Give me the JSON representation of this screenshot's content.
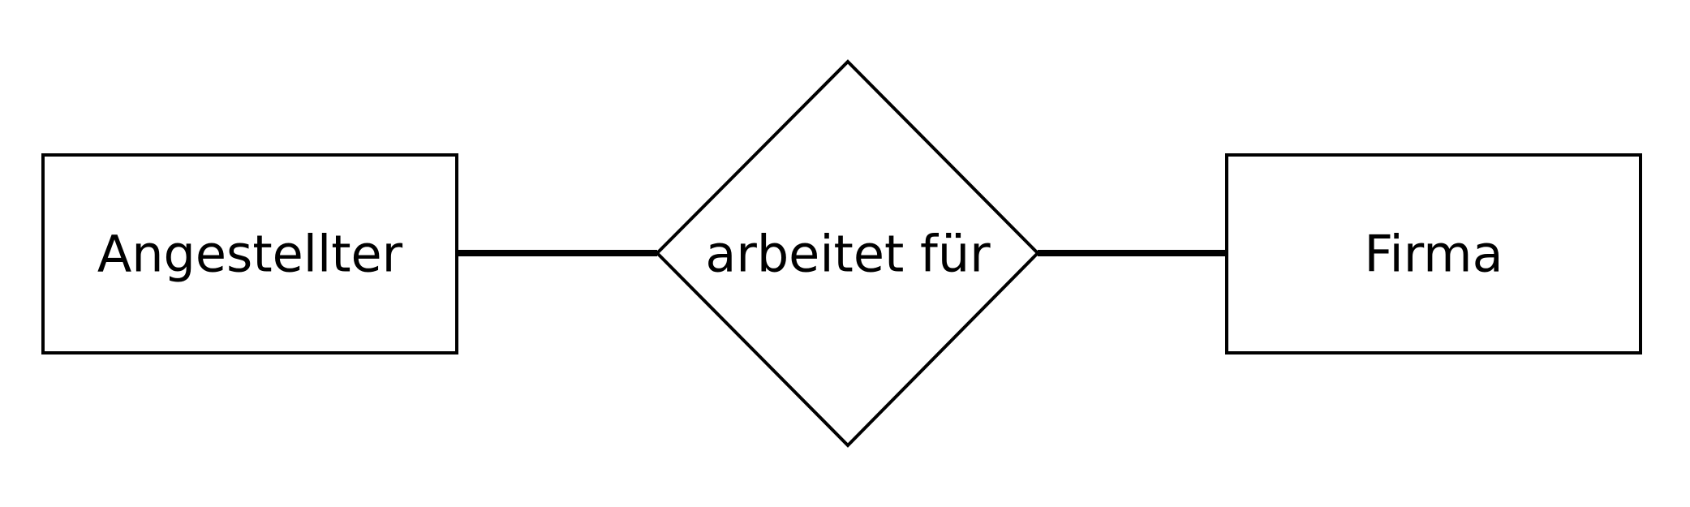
{
  "entities": {
    "left": {
      "label": "Angestellter"
    },
    "right": {
      "label": "Firma"
    }
  },
  "relationship": {
    "label": "arbeitet für"
  }
}
